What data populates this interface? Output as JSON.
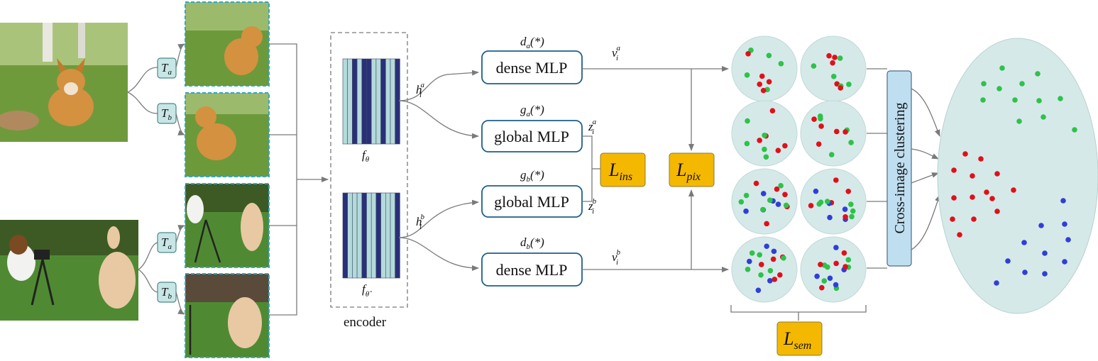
{
  "transforms": {
    "a": {
      "letter": "T",
      "sub": "a"
    },
    "b": {
      "letter": "T",
      "sub": "b"
    }
  },
  "images": {
    "input_dog": "corgi puppy on grass",
    "input_dog_cat": "dog with camera and cat on grass"
  },
  "encoder": {
    "label": "encoder",
    "f_theta": {
      "base": "f",
      "sub": "θ"
    },
    "f_theta_hat": {
      "base": "f",
      "sub": "θ̂"
    }
  },
  "mlps": {
    "dense_a": {
      "label": "dense MLP",
      "fn": "d",
      "sub": "a",
      "arg": "(*)"
    },
    "global_a": {
      "label": "global MLP",
      "fn": "g",
      "sub": "a",
      "arg": "(*)"
    },
    "global_b": {
      "label": "global MLP",
      "fn": "g",
      "sub": "b",
      "arg": "(*)"
    },
    "dense_b": {
      "label": "dense MLP",
      "fn": "d",
      "sub": "b",
      "arg": "(*)"
    }
  },
  "features": {
    "h_a": {
      "base": "h",
      "sub": "i",
      "sup": "a"
    },
    "h_b": {
      "base": "h",
      "sub": "i",
      "sup": "b"
    },
    "z_a": {
      "base": "z",
      "sub": "i",
      "sup": "a"
    },
    "z_b": {
      "base": "z",
      "sub": "i",
      "sup": "b"
    },
    "v_a": {
      "base": "v",
      "sub": "i",
      "sup": "a"
    },
    "v_b": {
      "base": "v",
      "sub": "i",
      "sup": "b"
    }
  },
  "losses": {
    "ins": {
      "base": "L",
      "sub": "ins"
    },
    "pix": {
      "base": "L",
      "sub": "pix"
    },
    "sem": {
      "base": "L",
      "sub": "sem"
    }
  },
  "clustering": {
    "label": "Cross-image clustering"
  },
  "colors": {
    "transform_fill": "#c8e6e6",
    "transform_stroke": "#4a8a8a",
    "image_border": "#2aa9c9",
    "mlp_stroke": "#1f5f8b",
    "loss_fill": "#f5b800",
    "circle_fill": "#d6e9e9",
    "cluster_fill": "#bfdff0",
    "bar_dark": "#2a2f7a",
    "bar_light": "#b4dada",
    "dot_green": "#2ec24a",
    "dot_red": "#e0101a",
    "dot_blue": "#2f3fd6",
    "arrow": "#7a7a7a"
  }
}
